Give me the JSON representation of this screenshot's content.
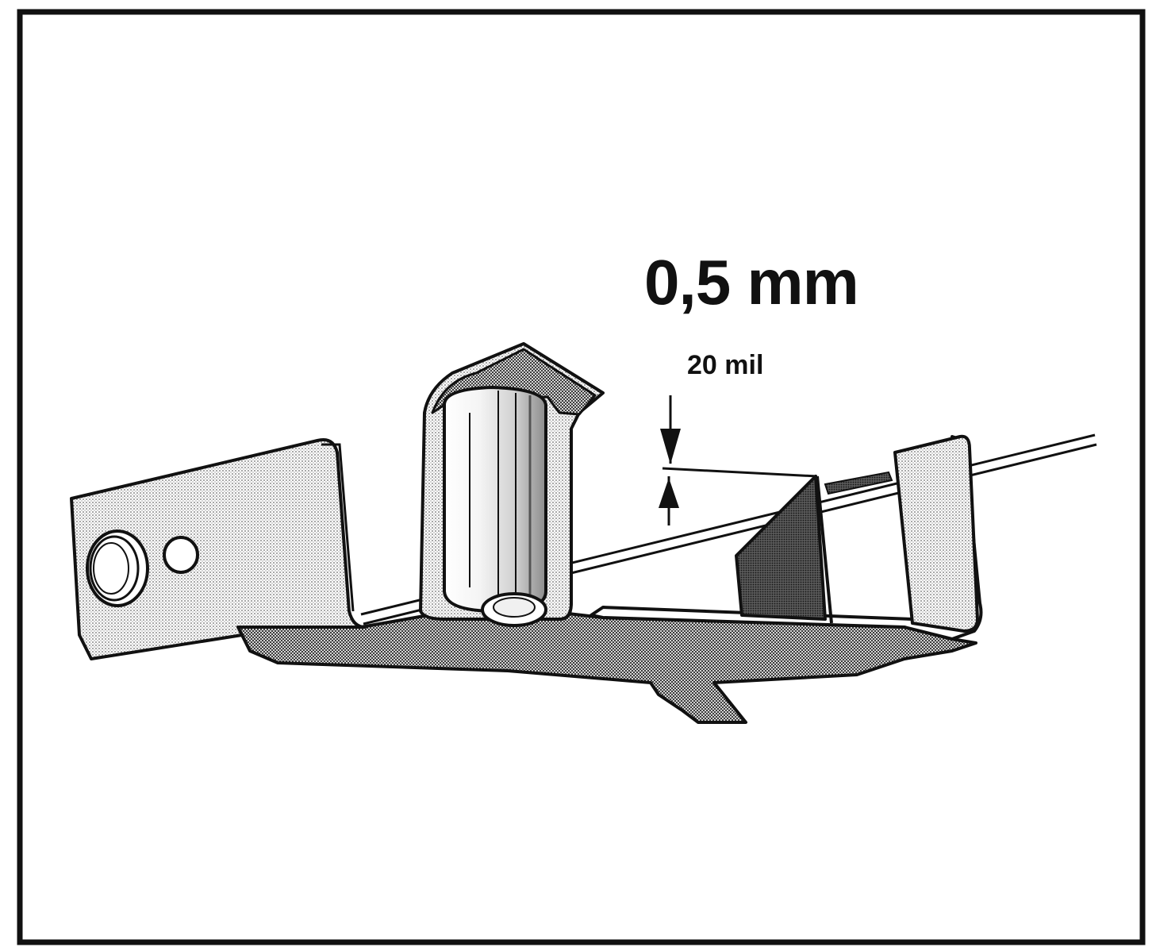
{
  "measurement": {
    "primary": "0,5 mm",
    "secondary": "20 mil"
  },
  "colors": {
    "ink": "#111111",
    "paper": "#ffffff",
    "light_stipple": "#c9c9c9",
    "dark_stipple": "#8a8a8a",
    "darkest_stipple": "#3c3c3c"
  },
  "icons": {
    "frame": "border-frame",
    "bracket": "sheet-metal-bracket",
    "roller": "cylindrical-roller",
    "wire": "stylus-wire",
    "gap_arrows": "dimension-arrows"
  }
}
